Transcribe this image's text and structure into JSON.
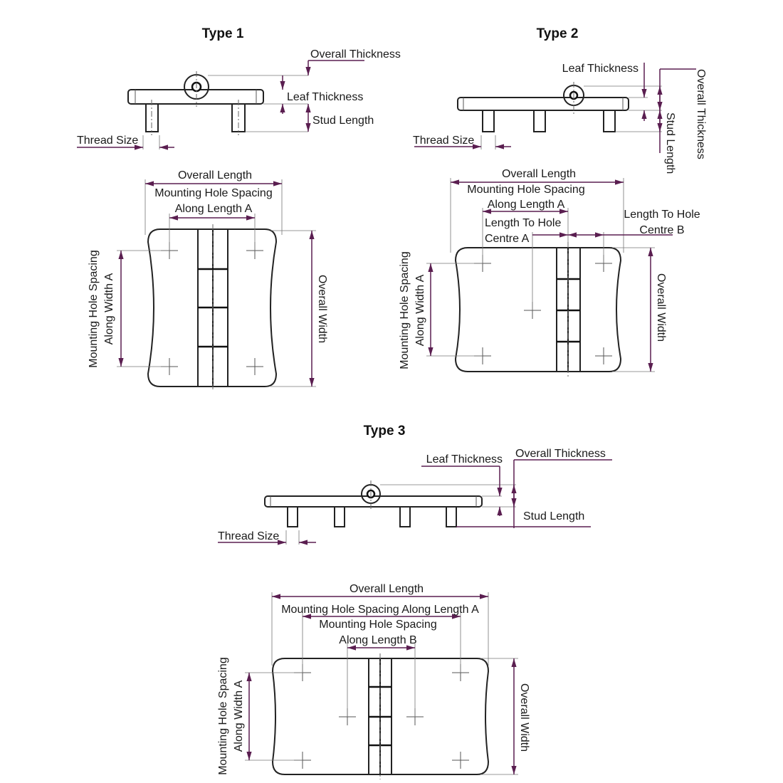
{
  "type1": {
    "title": "Type 1",
    "overall_thickness": "Overall Thickness",
    "leaf_thickness": "Leaf Thickness",
    "stud_length": "Stud Length",
    "thread_size": "Thread Size",
    "overall_length": "Overall Length",
    "mhs_length_1": "Mounting Hole Spacing",
    "mhs_length_2": "Along Length A",
    "mhs_width_1": "Mounting Hole Spacing",
    "mhs_width_2": "Along Width A",
    "overall_width": "Overall Width"
  },
  "type2": {
    "title": "Type 2",
    "leaf_thickness": "Leaf Thickness",
    "overall_thickness": "Overall Thickness",
    "stud_length": "Stud Length",
    "thread_size": "Thread Size",
    "overall_length": "Overall Length",
    "mhs_length_1": "Mounting Hole Spacing",
    "mhs_length_2": "Along Length A",
    "lthc_a_1": "Length To Hole",
    "lthc_a_2": "Centre A",
    "lthc_b_1": "Length To Hole",
    "lthc_b_2": "Centre B",
    "mhs_width_1": "Mounting Hole Spacing",
    "mhs_width_2": "Along Width A",
    "overall_width": "Overall Width"
  },
  "type3": {
    "title": "Type 3",
    "leaf_thickness": "Leaf Thickness",
    "overall_thickness": "Overall Thickness",
    "stud_length": "Stud Length",
    "thread_size": "Thread Size",
    "overall_length": "Overall Length",
    "mhs_length_a": "Mounting Hole Spacing Along Length A",
    "mhs_length_b_1": "Mounting Hole Spacing",
    "mhs_length_b_2": "Along Length B",
    "mhs_width_1": "Mounting Hole Spacing",
    "mhs_width_2": "Along Width A",
    "overall_width": "Overall Width"
  }
}
